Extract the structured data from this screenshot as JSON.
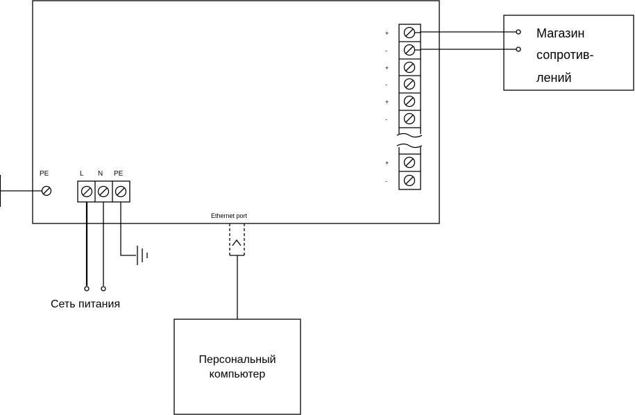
{
  "device": {
    "pe_left_label": "PE",
    "power_terminals": [
      "L",
      "N",
      "PE"
    ],
    "ethernet_label": "Ethernet port",
    "polarity_marks": [
      "+",
      "-",
      "+",
      "-",
      "+",
      "-",
      "+",
      "-"
    ]
  },
  "resistance_box": {
    "lines": [
      "Магазин",
      "сопротив-",
      "лений"
    ]
  },
  "power_supply": {
    "label": "Сеть питания"
  },
  "computer": {
    "lines": [
      "Персональный",
      "компьютер"
    ]
  }
}
